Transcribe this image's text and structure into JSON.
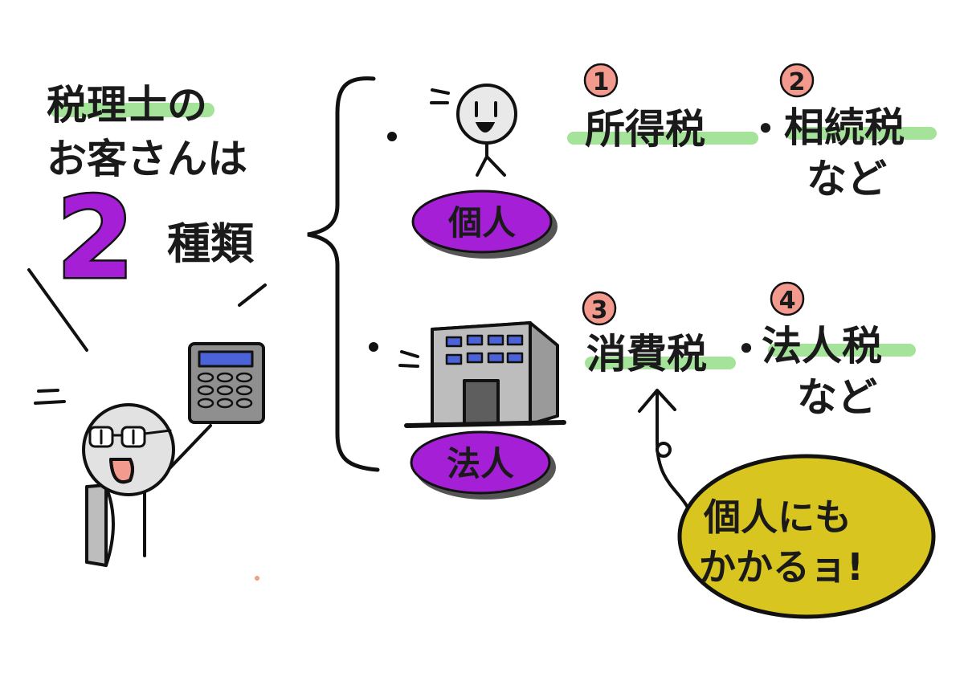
{
  "title": {
    "line1": "税理士の",
    "line2": "お客さんは",
    "number": "2",
    "counter": "種類"
  },
  "clients": [
    {
      "label": "個人"
    },
    {
      "label": "法人"
    }
  ],
  "taxes": {
    "n1": "1",
    "n2": "2",
    "n3": "3",
    "n4": "4",
    "tax1": "所得税",
    "tax2": "相続税",
    "tax3": "消費税",
    "tax4": "法人税",
    "separator": "・",
    "etc": "など"
  },
  "note": {
    "line1": "個人にも",
    "line2": "かかるョ!"
  },
  "colors": {
    "highlight": "#a6e39a",
    "purple": "#a51fd6",
    "badge": "#f29a8e",
    "bubble": "#d8c51f",
    "building_window": "#4b62d8",
    "gray": "#9a9a9a"
  }
}
